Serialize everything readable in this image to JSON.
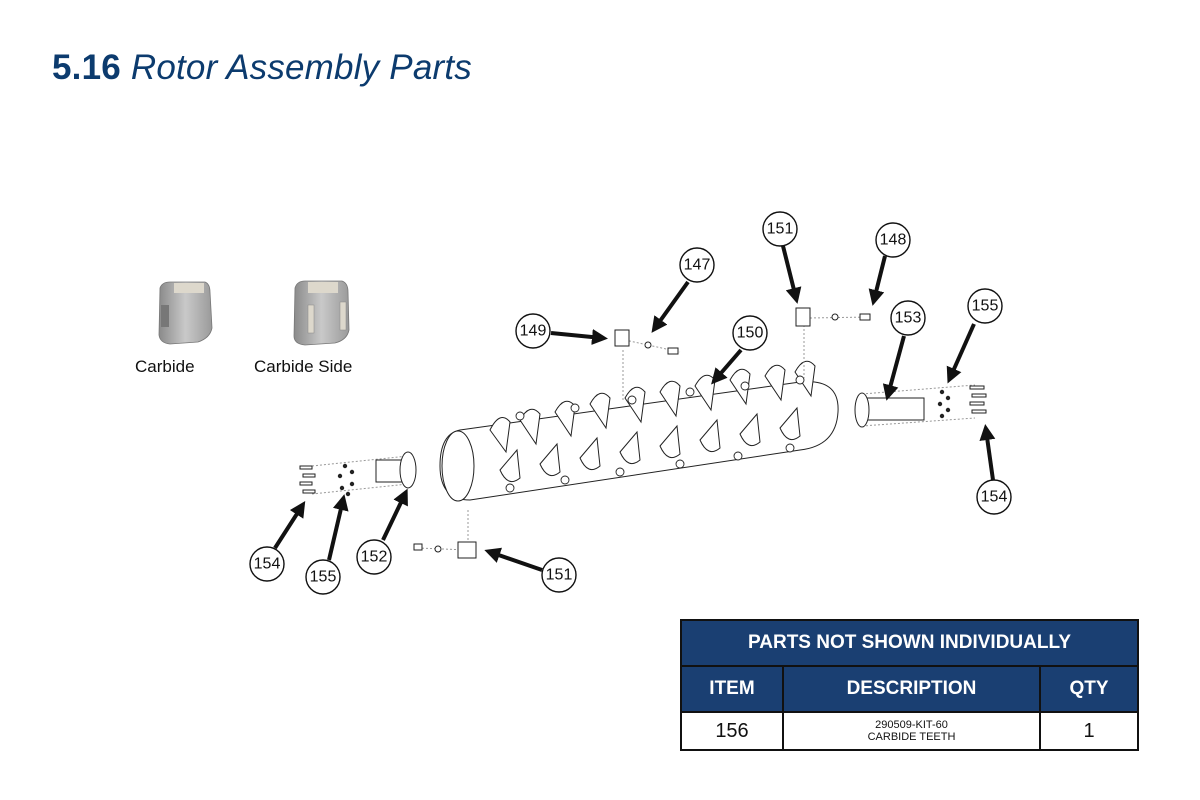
{
  "header": {
    "section_number": "5.16",
    "title": "Rotor Assembly Parts"
  },
  "thumbnails": [
    {
      "label": "Carbide",
      "icon": "carbide-tooth-icon"
    },
    {
      "label": "Carbide Side",
      "icon": "carbide-side-tooth-icon"
    }
  ],
  "callouts": {
    "c147": "147",
    "c148": "148",
    "c149": "149",
    "c150": "150",
    "c151_top": "151",
    "c151_bottom": "151",
    "c152": "152",
    "c153": "153",
    "c154_left": "154",
    "c154_right": "154",
    "c155_left": "155",
    "c155_right": "155"
  },
  "parts_table": {
    "banner": "PARTS NOT SHOWN INDIVIDUALLY",
    "columns": [
      "ITEM",
      "DESCRIPTION",
      "QTY"
    ],
    "rows": [
      {
        "item": "156",
        "description_line1": "290509-KIT-60",
        "description_line2": "CARBIDE TEETH",
        "qty": "1"
      }
    ]
  },
  "colors": {
    "title": "#0c3b6e",
    "table_header": "#1a3f72"
  }
}
